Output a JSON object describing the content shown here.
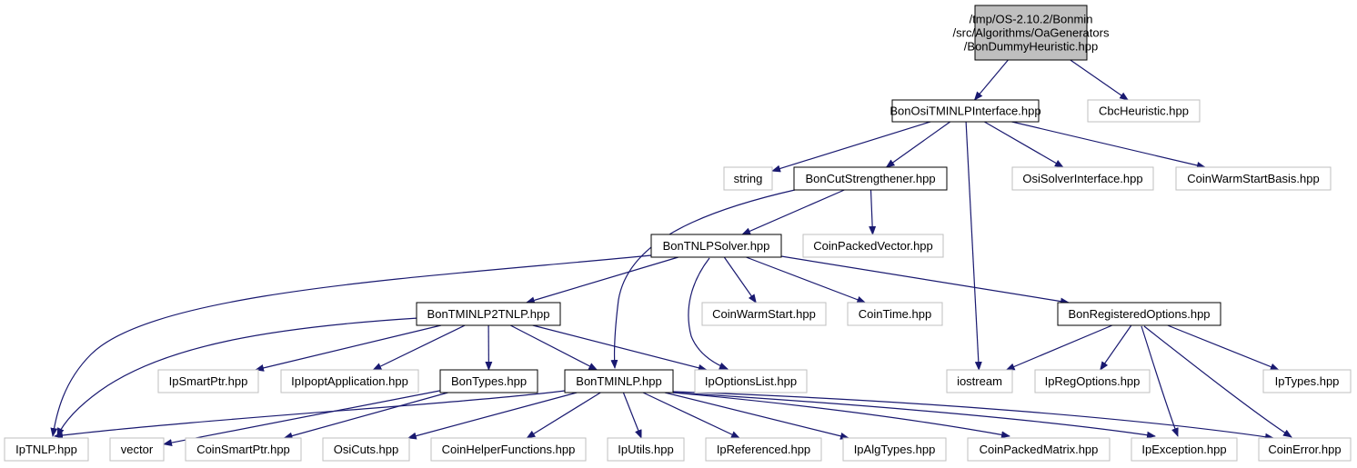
{
  "colors": {
    "edge": "#191970",
    "root_fill": "#bfbfbf",
    "documented_border": "#000000",
    "undocumented_border": "#bfbfbf",
    "background": "#ffffff"
  },
  "nodes": {
    "root": {
      "lines": [
        "/tmp/OS-2.10.2/Bonmin",
        "/src/Algorithms/OaGenerators",
        "/BonDummyHeuristic.hpp"
      ],
      "kind": "root"
    },
    "osi_tminlp_interface": {
      "lines": [
        "BonOsiTMINLPInterface.hpp"
      ],
      "kind": "documented"
    },
    "cbc_heuristic": {
      "lines": [
        "CbcHeuristic.hpp"
      ],
      "kind": "external"
    },
    "string": {
      "lines": [
        "string"
      ],
      "kind": "external"
    },
    "cut_strengthener": {
      "lines": [
        "BonCutStrengthener.hpp"
      ],
      "kind": "documented"
    },
    "osi_solver_interface": {
      "lines": [
        "OsiSolverInterface.hpp"
      ],
      "kind": "external"
    },
    "coin_warm_start_basis": {
      "lines": [
        "CoinWarmStartBasis.hpp"
      ],
      "kind": "external"
    },
    "tnlp_solver": {
      "lines": [
        "BonTNLPSolver.hpp"
      ],
      "kind": "documented"
    },
    "coin_packed_vector": {
      "lines": [
        "CoinPackedVector.hpp"
      ],
      "kind": "external"
    },
    "tminlp2tnlp": {
      "lines": [
        "BonTMINLP2TNLP.hpp"
      ],
      "kind": "documented"
    },
    "coin_warm_start": {
      "lines": [
        "CoinWarmStart.hpp"
      ],
      "kind": "external"
    },
    "coin_time": {
      "lines": [
        "CoinTime.hpp"
      ],
      "kind": "external"
    },
    "registered_options": {
      "lines": [
        "BonRegisteredOptions.hpp"
      ],
      "kind": "documented"
    },
    "ip_smart_ptr": {
      "lines": [
        "IpSmartPtr.hpp"
      ],
      "kind": "external"
    },
    "ip_ipopt_application": {
      "lines": [
        "IpIpoptApplication.hpp"
      ],
      "kind": "external"
    },
    "bon_types": {
      "lines": [
        "BonTypes.hpp"
      ],
      "kind": "documented"
    },
    "tminlp": {
      "lines": [
        "BonTMINLP.hpp"
      ],
      "kind": "documented"
    },
    "ip_options_list": {
      "lines": [
        "IpOptionsList.hpp"
      ],
      "kind": "external"
    },
    "iostream": {
      "lines": [
        "iostream"
      ],
      "kind": "external"
    },
    "ip_reg_options": {
      "lines": [
        "IpRegOptions.hpp"
      ],
      "kind": "external"
    },
    "ip_types": {
      "lines": [
        "IpTypes.hpp"
      ],
      "kind": "external"
    },
    "ip_tnlp": {
      "lines": [
        "IpTNLP.hpp"
      ],
      "kind": "external"
    },
    "vector": {
      "lines": [
        "vector"
      ],
      "kind": "external"
    },
    "coin_smart_ptr": {
      "lines": [
        "CoinSmartPtr.hpp"
      ],
      "kind": "external"
    },
    "osi_cuts": {
      "lines": [
        "OsiCuts.hpp"
      ],
      "kind": "external"
    },
    "coin_helper_functions": {
      "lines": [
        "CoinHelperFunctions.hpp"
      ],
      "kind": "external"
    },
    "ip_utils": {
      "lines": [
        "IpUtils.hpp"
      ],
      "kind": "external"
    },
    "ip_referenced": {
      "lines": [
        "IpReferenced.hpp"
      ],
      "kind": "external"
    },
    "ip_alg_types": {
      "lines": [
        "IpAlgTypes.hpp"
      ],
      "kind": "external"
    },
    "coin_packed_matrix": {
      "lines": [
        "CoinPackedMatrix.hpp"
      ],
      "kind": "external"
    },
    "ip_exception": {
      "lines": [
        "IpException.hpp"
      ],
      "kind": "external"
    },
    "coin_error": {
      "lines": [
        "CoinError.hpp"
      ],
      "kind": "external"
    }
  },
  "edges": [
    {
      "from": "root",
      "to": "osi_tminlp_interface"
    },
    {
      "from": "root",
      "to": "cbc_heuristic"
    },
    {
      "from": "osi_tminlp_interface",
      "to": "string"
    },
    {
      "from": "osi_tminlp_interface",
      "to": "cut_strengthener"
    },
    {
      "from": "osi_tminlp_interface",
      "to": "iostream"
    },
    {
      "from": "osi_tminlp_interface",
      "to": "osi_solver_interface"
    },
    {
      "from": "osi_tminlp_interface",
      "to": "coin_warm_start_basis"
    },
    {
      "from": "cut_strengthener",
      "to": "tnlp_solver"
    },
    {
      "from": "cut_strengthener",
      "to": "coin_packed_vector"
    },
    {
      "from": "cut_strengthener",
      "to": "tminlp"
    },
    {
      "from": "tnlp_solver",
      "to": "ip_tnlp"
    },
    {
      "from": "tnlp_solver",
      "to": "tminlp2tnlp"
    },
    {
      "from": "tnlp_solver",
      "to": "ip_options_list"
    },
    {
      "from": "tnlp_solver",
      "to": "coin_warm_start"
    },
    {
      "from": "tnlp_solver",
      "to": "coin_time"
    },
    {
      "from": "tnlp_solver",
      "to": "registered_options"
    },
    {
      "from": "tminlp2tnlp",
      "to": "ip_tnlp"
    },
    {
      "from": "tminlp2tnlp",
      "to": "ip_smart_ptr"
    },
    {
      "from": "tminlp2tnlp",
      "to": "ip_ipopt_application"
    },
    {
      "from": "tminlp2tnlp",
      "to": "bon_types"
    },
    {
      "from": "tminlp2tnlp",
      "to": "tminlp"
    },
    {
      "from": "tminlp2tnlp",
      "to": "ip_options_list"
    },
    {
      "from": "registered_options",
      "to": "iostream"
    },
    {
      "from": "registered_options",
      "to": "ip_reg_options"
    },
    {
      "from": "registered_options",
      "to": "ip_exception"
    },
    {
      "from": "registered_options",
      "to": "coin_error"
    },
    {
      "from": "registered_options",
      "to": "ip_types"
    },
    {
      "from": "bon_types",
      "to": "vector"
    },
    {
      "from": "bon_types",
      "to": "coin_smart_ptr"
    },
    {
      "from": "tminlp",
      "to": "ip_tnlp"
    },
    {
      "from": "tminlp",
      "to": "osi_cuts"
    },
    {
      "from": "tminlp",
      "to": "coin_helper_functions"
    },
    {
      "from": "tminlp",
      "to": "ip_utils"
    },
    {
      "from": "tminlp",
      "to": "ip_referenced"
    },
    {
      "from": "tminlp",
      "to": "ip_alg_types"
    },
    {
      "from": "tminlp",
      "to": "coin_packed_matrix"
    },
    {
      "from": "tminlp",
      "to": "ip_exception"
    },
    {
      "from": "tminlp",
      "to": "coin_error"
    }
  ]
}
